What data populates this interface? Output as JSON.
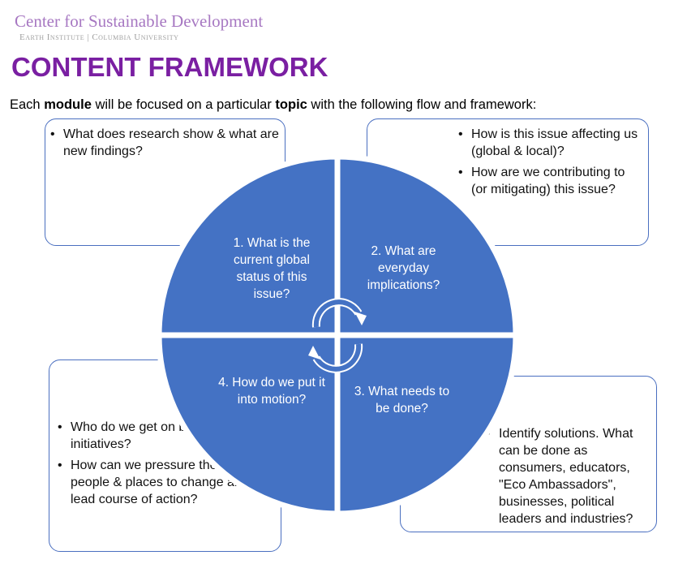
{
  "header": {
    "org_name": "Center for Sustainable Development",
    "org_sub": "Earth Institute | Columbia University"
  },
  "title": "CONTENT FRAMEWORK",
  "intro": {
    "part1": "Each ",
    "bold1": "module",
    "part2": " will be focused on a particular ",
    "bold2": "topic",
    "part3": " with the following flow and framework:"
  },
  "boxes": {
    "top_left": [
      "What does research show & what are new findings?"
    ],
    "top_right": [
      "How is this issue affecting us (global & local)?",
      "How are we contributing to (or mitigating) this issue?"
    ],
    "bottom_left": [
      "Who do we get on board on initiatives?",
      "How can we pressure the right people & places to change and lead course of action?"
    ],
    "bottom_right": [
      "Identify solutions. What can be done as consumers, educators, \"Eco Ambassadors\", businesses, political leaders and industries?"
    ]
  },
  "quadrants": {
    "q1": "1. What is the current global status of this issue?",
    "q2": "2. What are everyday implications?",
    "q3": "3. What needs to be done?",
    "q4": "4. How do we put it into motion?"
  },
  "colors": {
    "wheel": "#4472c4",
    "title": "#7a1fa2",
    "org": "#a778c2",
    "box_border": "#4a6fc0"
  },
  "icons": [
    "cycle-arrows-icon"
  ]
}
